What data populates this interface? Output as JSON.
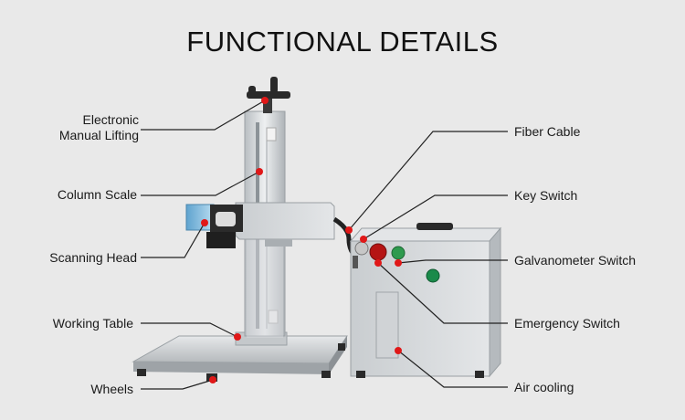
{
  "title": "FUNCTIONAL DETAILS",
  "labels": {
    "electronic_lifting_line1": "Electronic",
    "electronic_lifting_line2": "Manual Lifting",
    "column_scale": "Column Scale",
    "scanning_head": "Scanning Head",
    "working_table": "Working Table",
    "wheels": "Wheels",
    "fiber_cable": "Fiber Cable",
    "key_switch": "Key Switch",
    "galvanometer_switch": "Galvanometer Switch",
    "emergency_switch": "Emergency Switch",
    "air_cooling": "Air cooling"
  },
  "colors": {
    "background": "#e9e9e9",
    "marker": "#e01818",
    "leader_line": "#222222",
    "metal": "#cfd3d6",
    "scan_head_blue": "#7fb9dc"
  }
}
